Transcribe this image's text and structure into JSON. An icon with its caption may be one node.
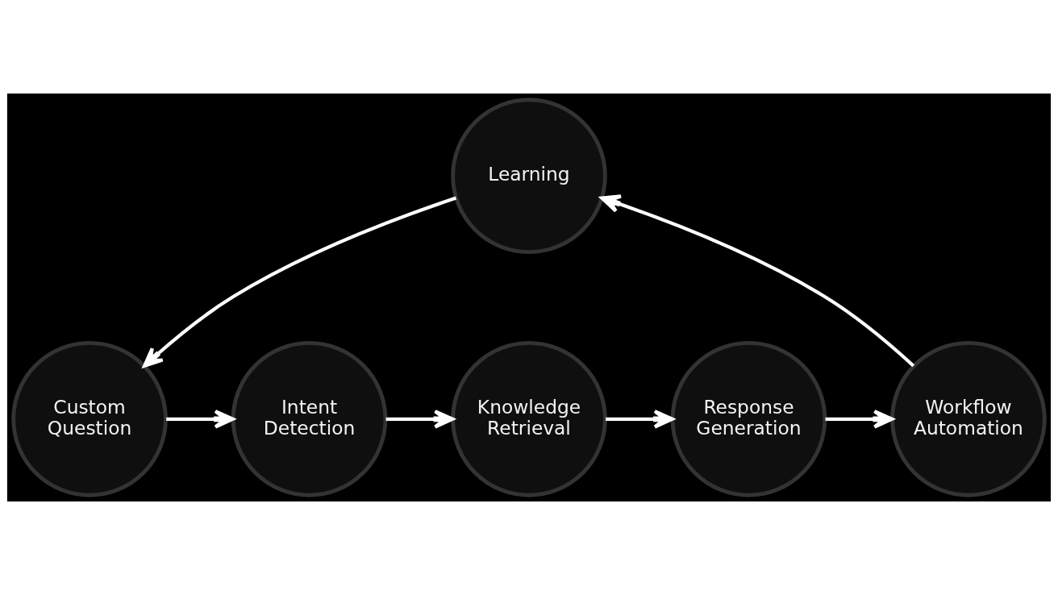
{
  "diagram": {
    "nodes": [
      {
        "text": [
          "Learning"
        ]
      },
      {
        "text": [
          "Custom Question"
        ]
      },
      {
        "text": [
          "Intent Detection"
        ]
      },
      {
        "text": [
          "Knowledge Retrieval"
        ]
      },
      {
        "text": [
          "Response Generation"
        ]
      },
      {
        "text": [
          "Workflow Automation"
        ]
      }
    ],
    "edges": [
      {
        "from": 1,
        "to": 2,
        "arrow": "to"
      },
      {
        "from": 2,
        "to": 3,
        "arrow": "to"
      },
      {
        "from": 3,
        "to": 4,
        "arrow": "to"
      },
      {
        "from": 4,
        "to": 5,
        "arrow": "to"
      },
      {
        "from": 5,
        "to": 0,
        "arrow": "to"
      },
      {
        "from": 0,
        "to": 1,
        "arrow": "to"
      }
    ]
  }
}
